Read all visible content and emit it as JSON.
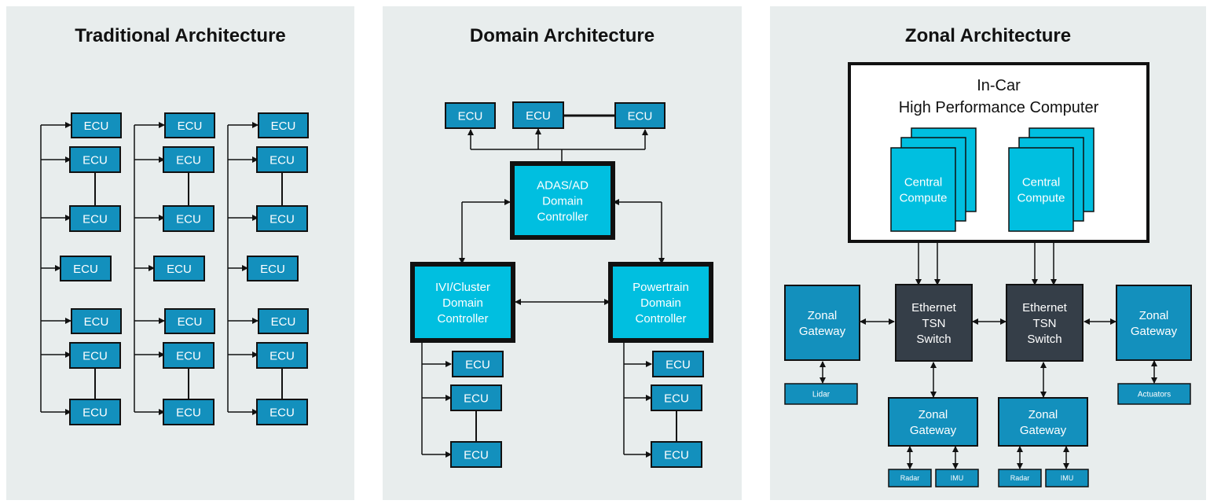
{
  "panels": {
    "traditional": {
      "title": "Traditional Architecture"
    },
    "domain": {
      "title": "Domain Architecture"
    },
    "zonal": {
      "title": "Zonal  Architecture"
    }
  },
  "labels": {
    "ecu": "ECU",
    "adas_line1": "ADAS/AD",
    "adas_line2": "Domain",
    "adas_line3": "Controller",
    "ivi_line1": "IVI/Cluster",
    "ivi_line2": "Domain",
    "ivi_line3": "Controller",
    "pt_line1": "Powertrain",
    "pt_line2": "Domain",
    "pt_line3": "Controller",
    "hpc_line1": "In-Car",
    "hpc_line2": "High Performance Computer",
    "cc_line1": "Central",
    "cc_line2": "Compute",
    "eth_line1": "Ethernet",
    "eth_line2": "TSN",
    "eth_line3": "Switch",
    "zg_line1": "Zonal",
    "zg_line2": "Gateway",
    "lidar": "Lidar",
    "actuators": "Actuators",
    "radar": "Radar",
    "imu": "IMU"
  },
  "colors": {
    "panel_bg": "#e8eded",
    "ecu_blue": "#1390bd",
    "domain_cyan": "#00bfe0",
    "switch_dark": "#353e48",
    "line": "#111111"
  }
}
